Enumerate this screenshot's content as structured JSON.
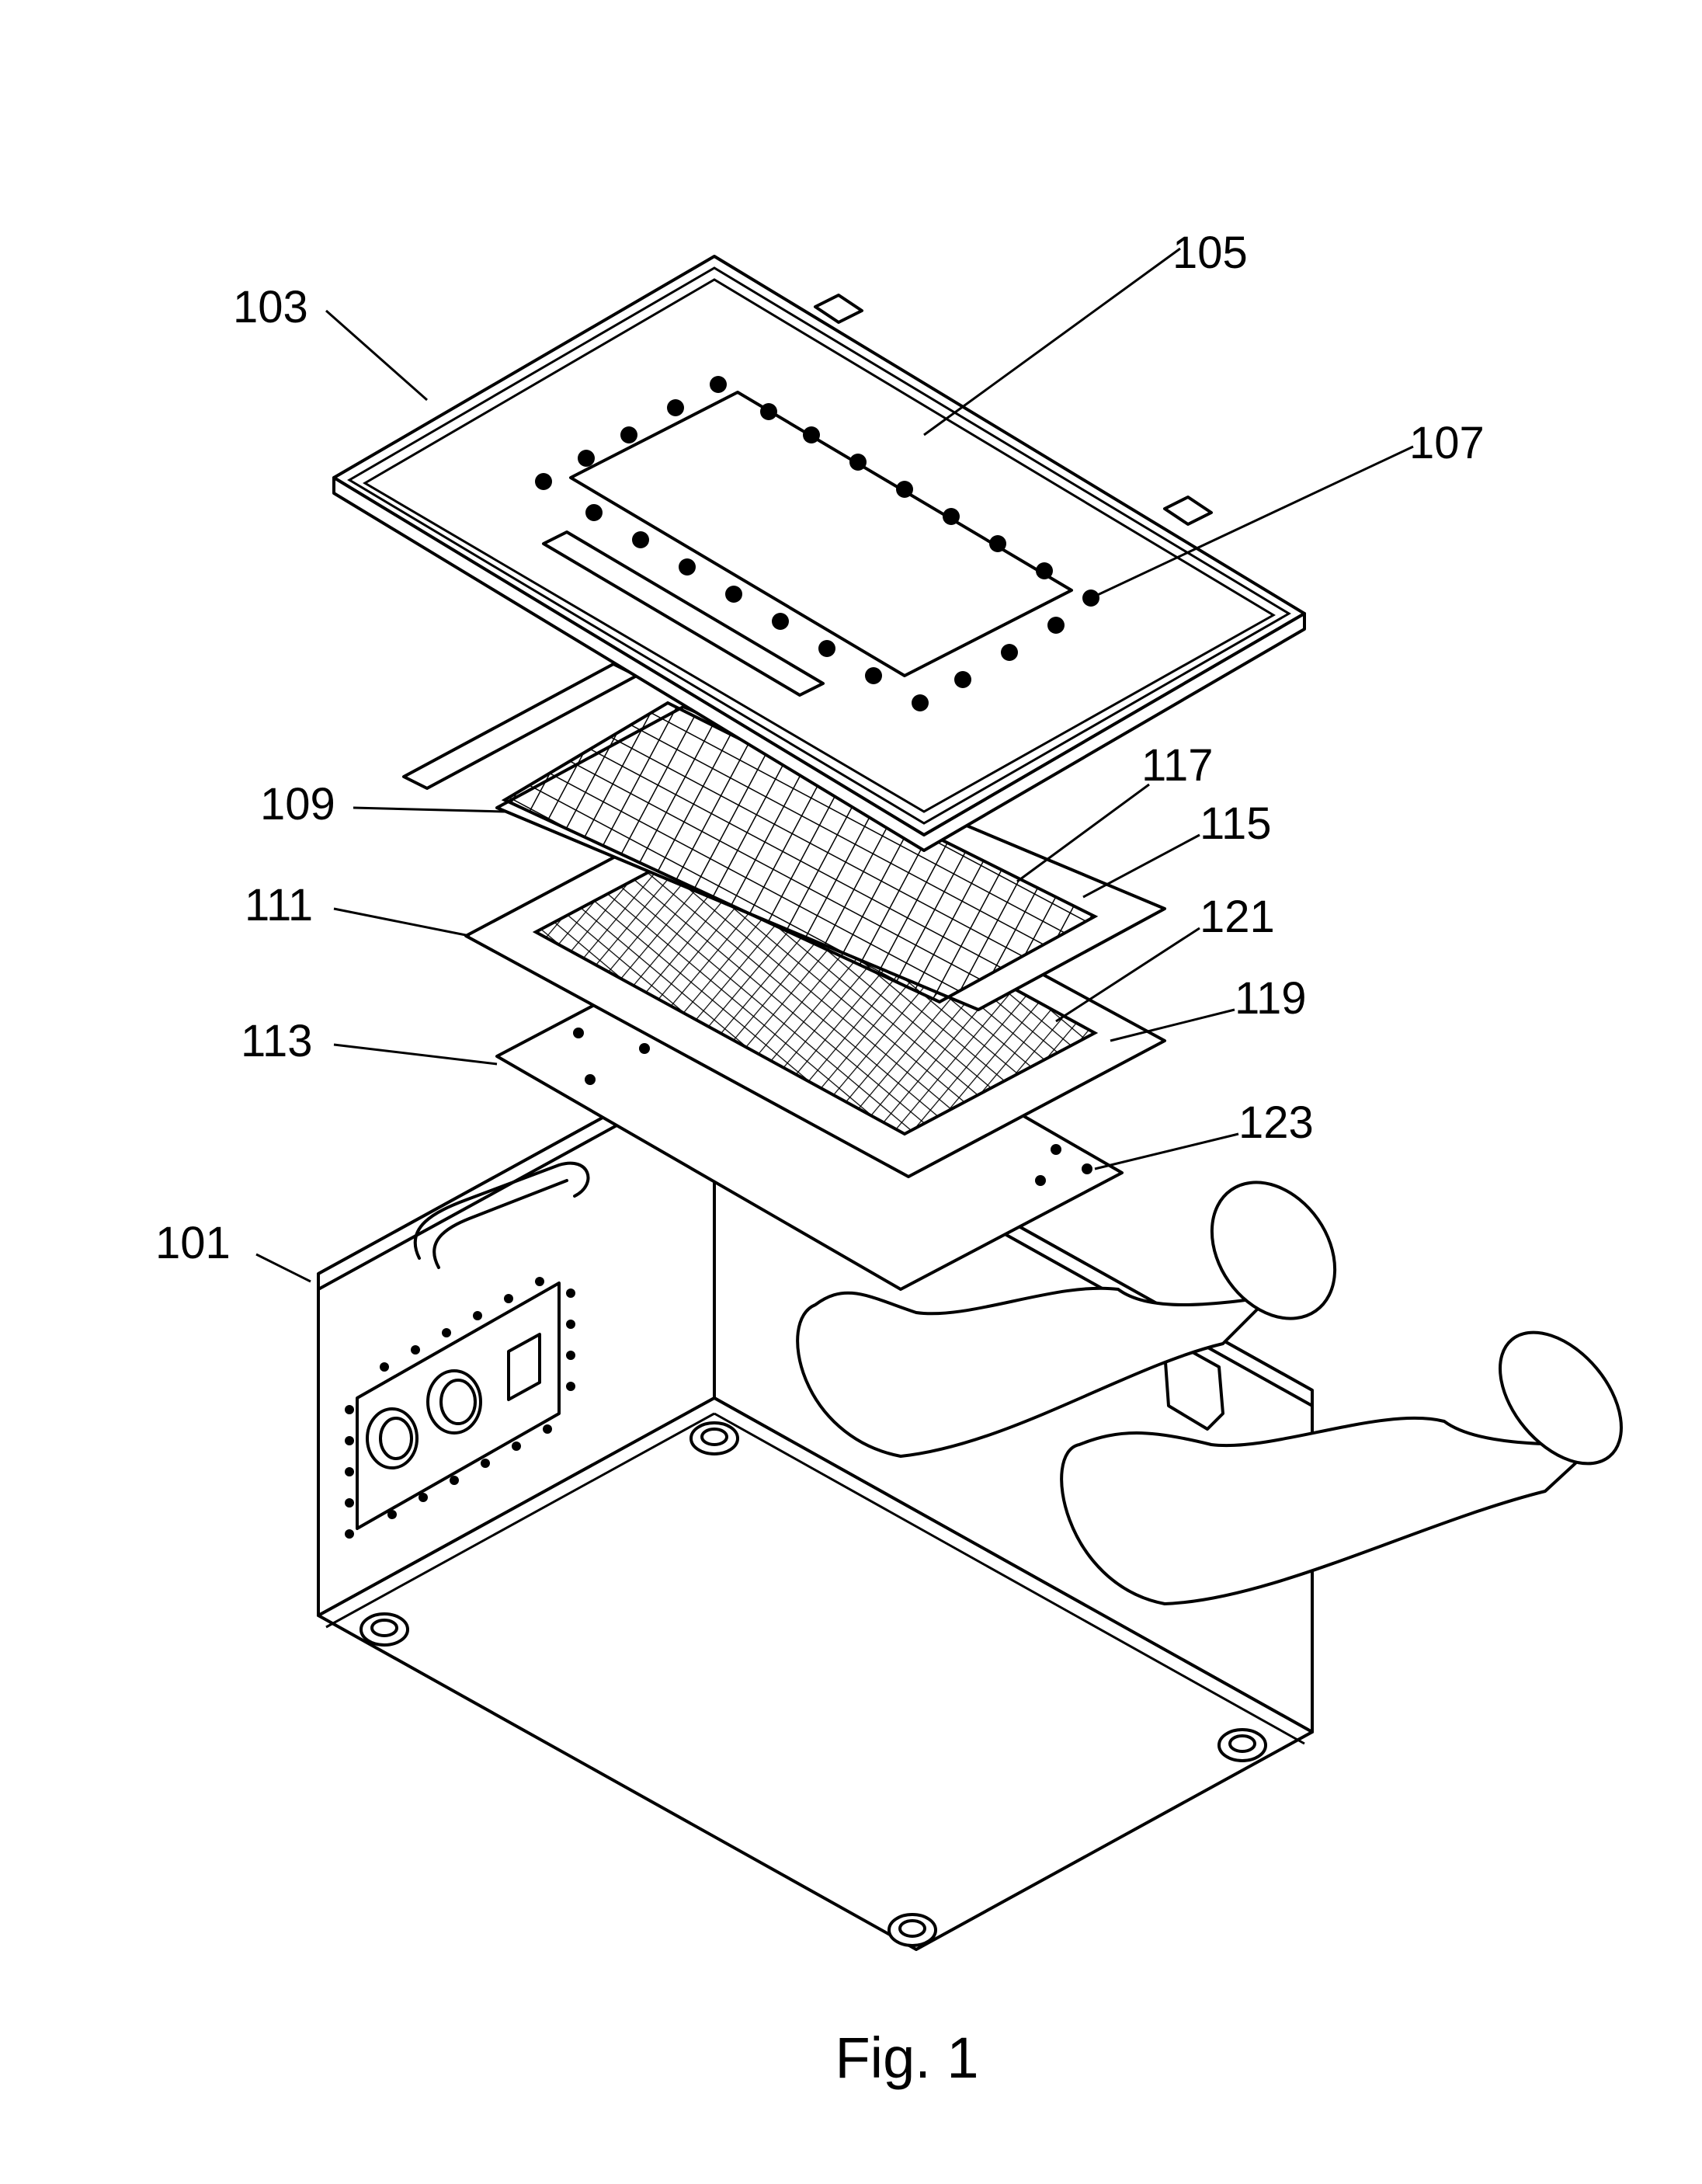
{
  "figure": {
    "caption": "Fig. 1",
    "labels": {
      "r101": "101",
      "r103": "103",
      "r105": "105",
      "r107": "107",
      "r109": "109",
      "r111": "111",
      "r113": "113",
      "r115": "115",
      "r117": "117",
      "r119": "119",
      "r121": "121",
      "r123": "123"
    }
  }
}
